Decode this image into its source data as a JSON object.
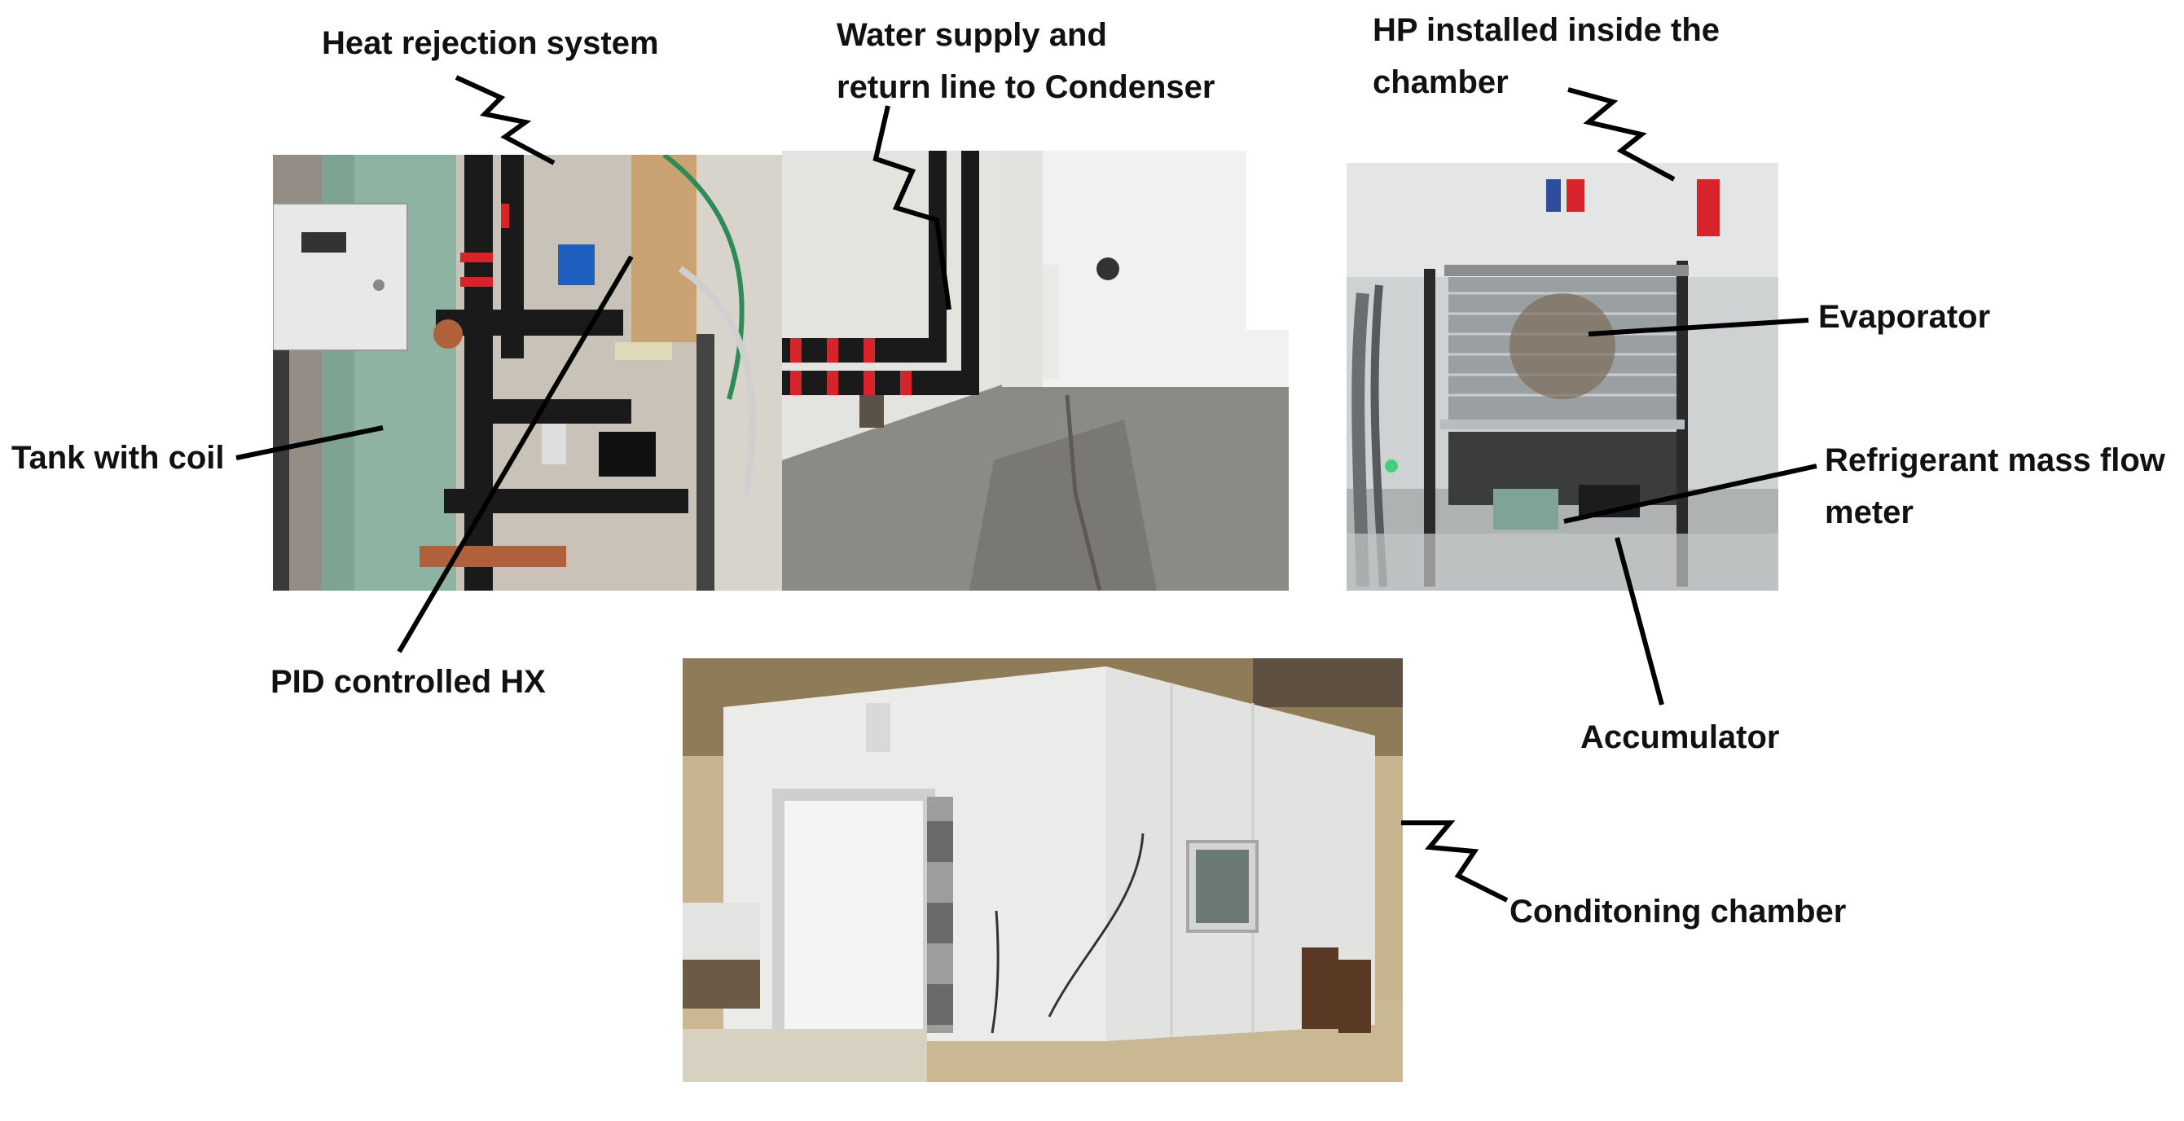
{
  "labels": {
    "heat_rejection": "Heat rejection system",
    "water_line_1": "Water supply and",
    "water_line_2": "return line to Condenser",
    "hp_installed_1": "HP installed inside the",
    "hp_installed_2": "chamber",
    "evaporator": "Evaporator",
    "refrigerant_1": "Refrigerant mass flow",
    "refrigerant_2": "meter",
    "tank": "Tank with coil",
    "pid": "PID controlled HX",
    "accumulator": "Accumulator",
    "chamber": "Conditoning chamber"
  },
  "colors": {
    "text": "#111111",
    "pointer": "#000000",
    "pipe_insulation": "#1a1a1a",
    "pipe_stripe": "#d8232a",
    "tank": "#8fb3a3",
    "wall": "#e9e9e7",
    "floor": "#8a8a86"
  }
}
